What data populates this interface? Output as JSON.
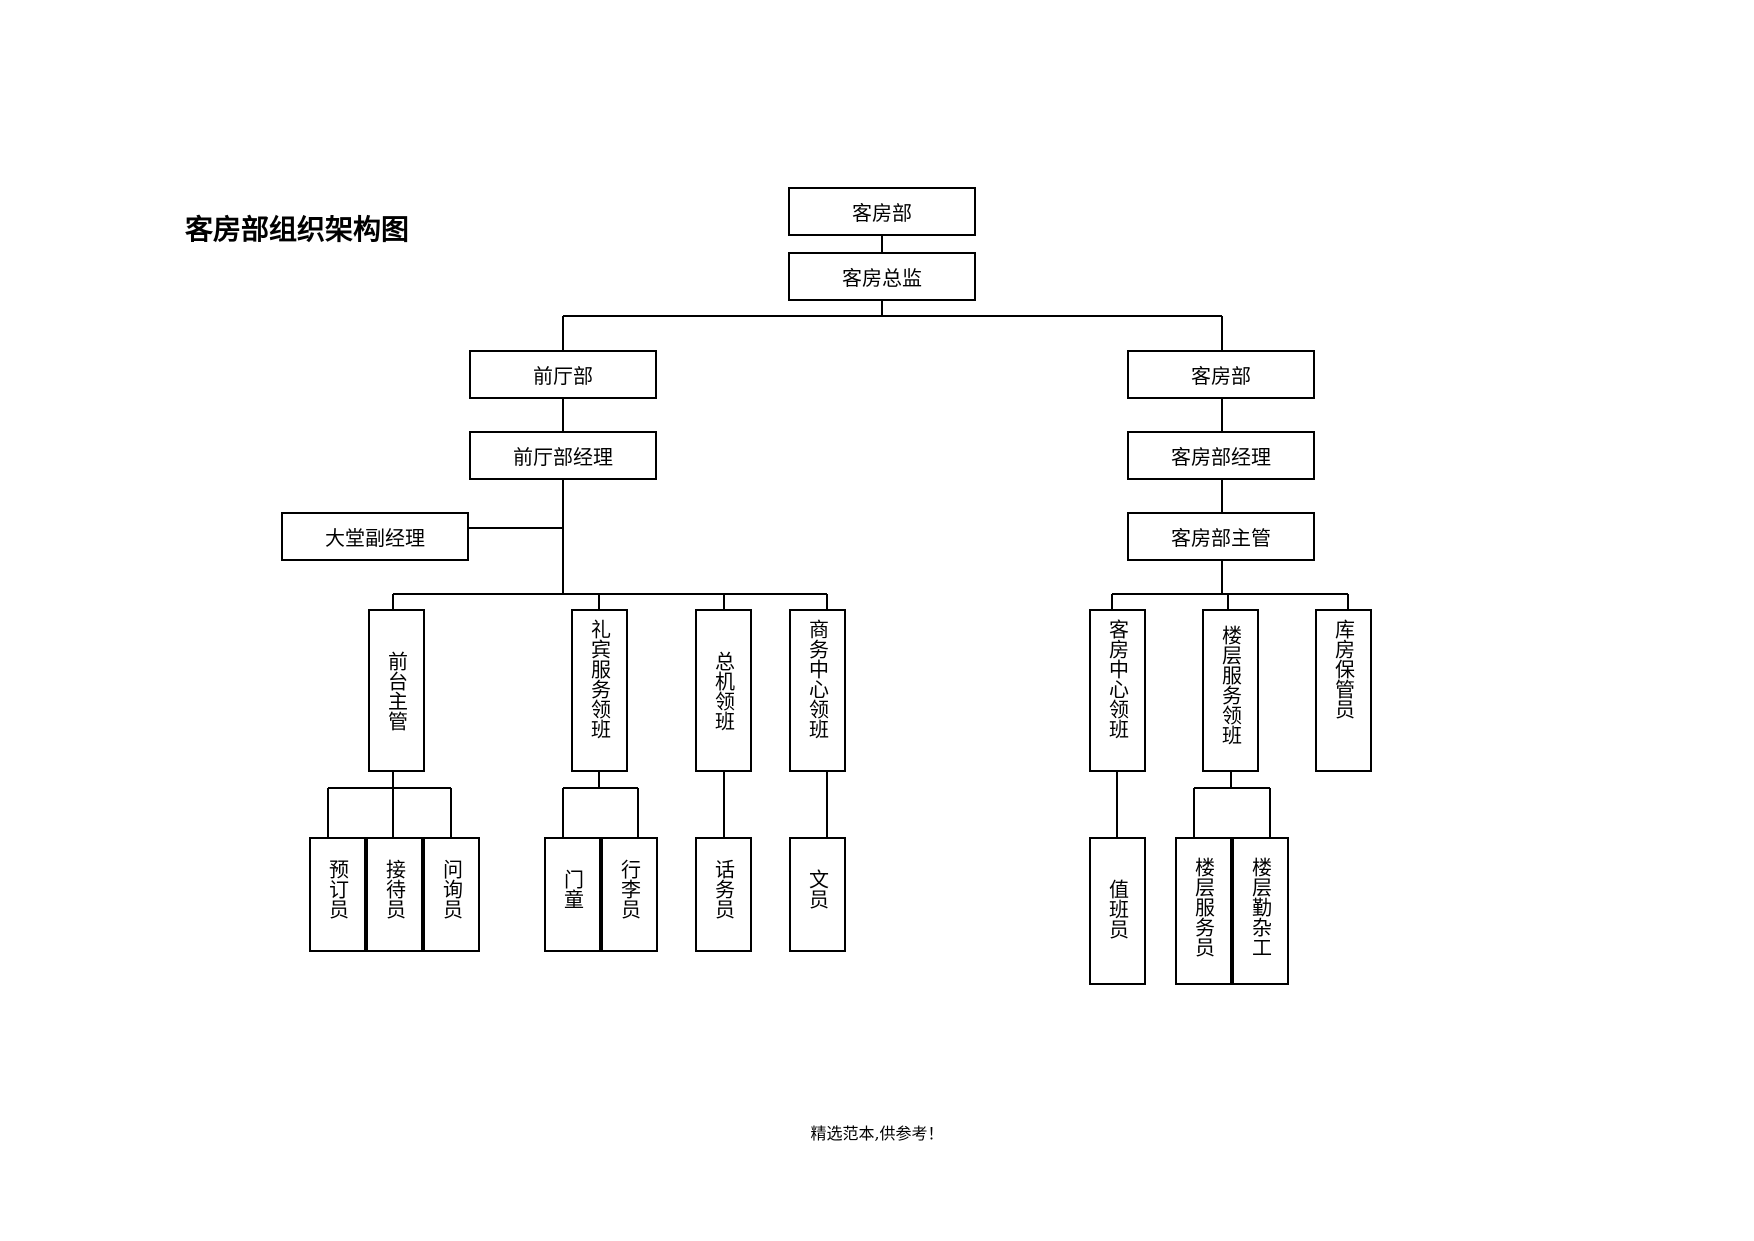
{
  "title": "客房部组织架构图",
  "footer": "精选范本,供参考！",
  "nodes": {
    "root": "客房部",
    "director": "客房总监",
    "front_office": "前厅部",
    "front_office_manager": "前厅部经理",
    "lobby_assistant_manager": "大堂副经理",
    "housekeeping": "客房部",
    "housekeeping_manager": "客房部经理",
    "housekeeping_supervisor": "客房部主管",
    "front_desk_supervisor": "前台主管",
    "concierge_captain": "礼宾服务领班",
    "operator_captain": "总机领班",
    "business_center_captain": "商务中心领班",
    "reservation_clerk": "预订员",
    "reception_clerk": "接待员",
    "information_clerk": "问询员",
    "doorman": "门童",
    "bellman": "行李员",
    "operator": "话务员",
    "clerk": "文员",
    "room_center_captain": "客房中心领班",
    "floor_service_captain": "楼层服务领班",
    "storeroom_keeper": "库房保管员",
    "duty_clerk": "值班员",
    "floor_attendant": "楼层服务员",
    "floor_handyman": "楼层勤杂工"
  }
}
